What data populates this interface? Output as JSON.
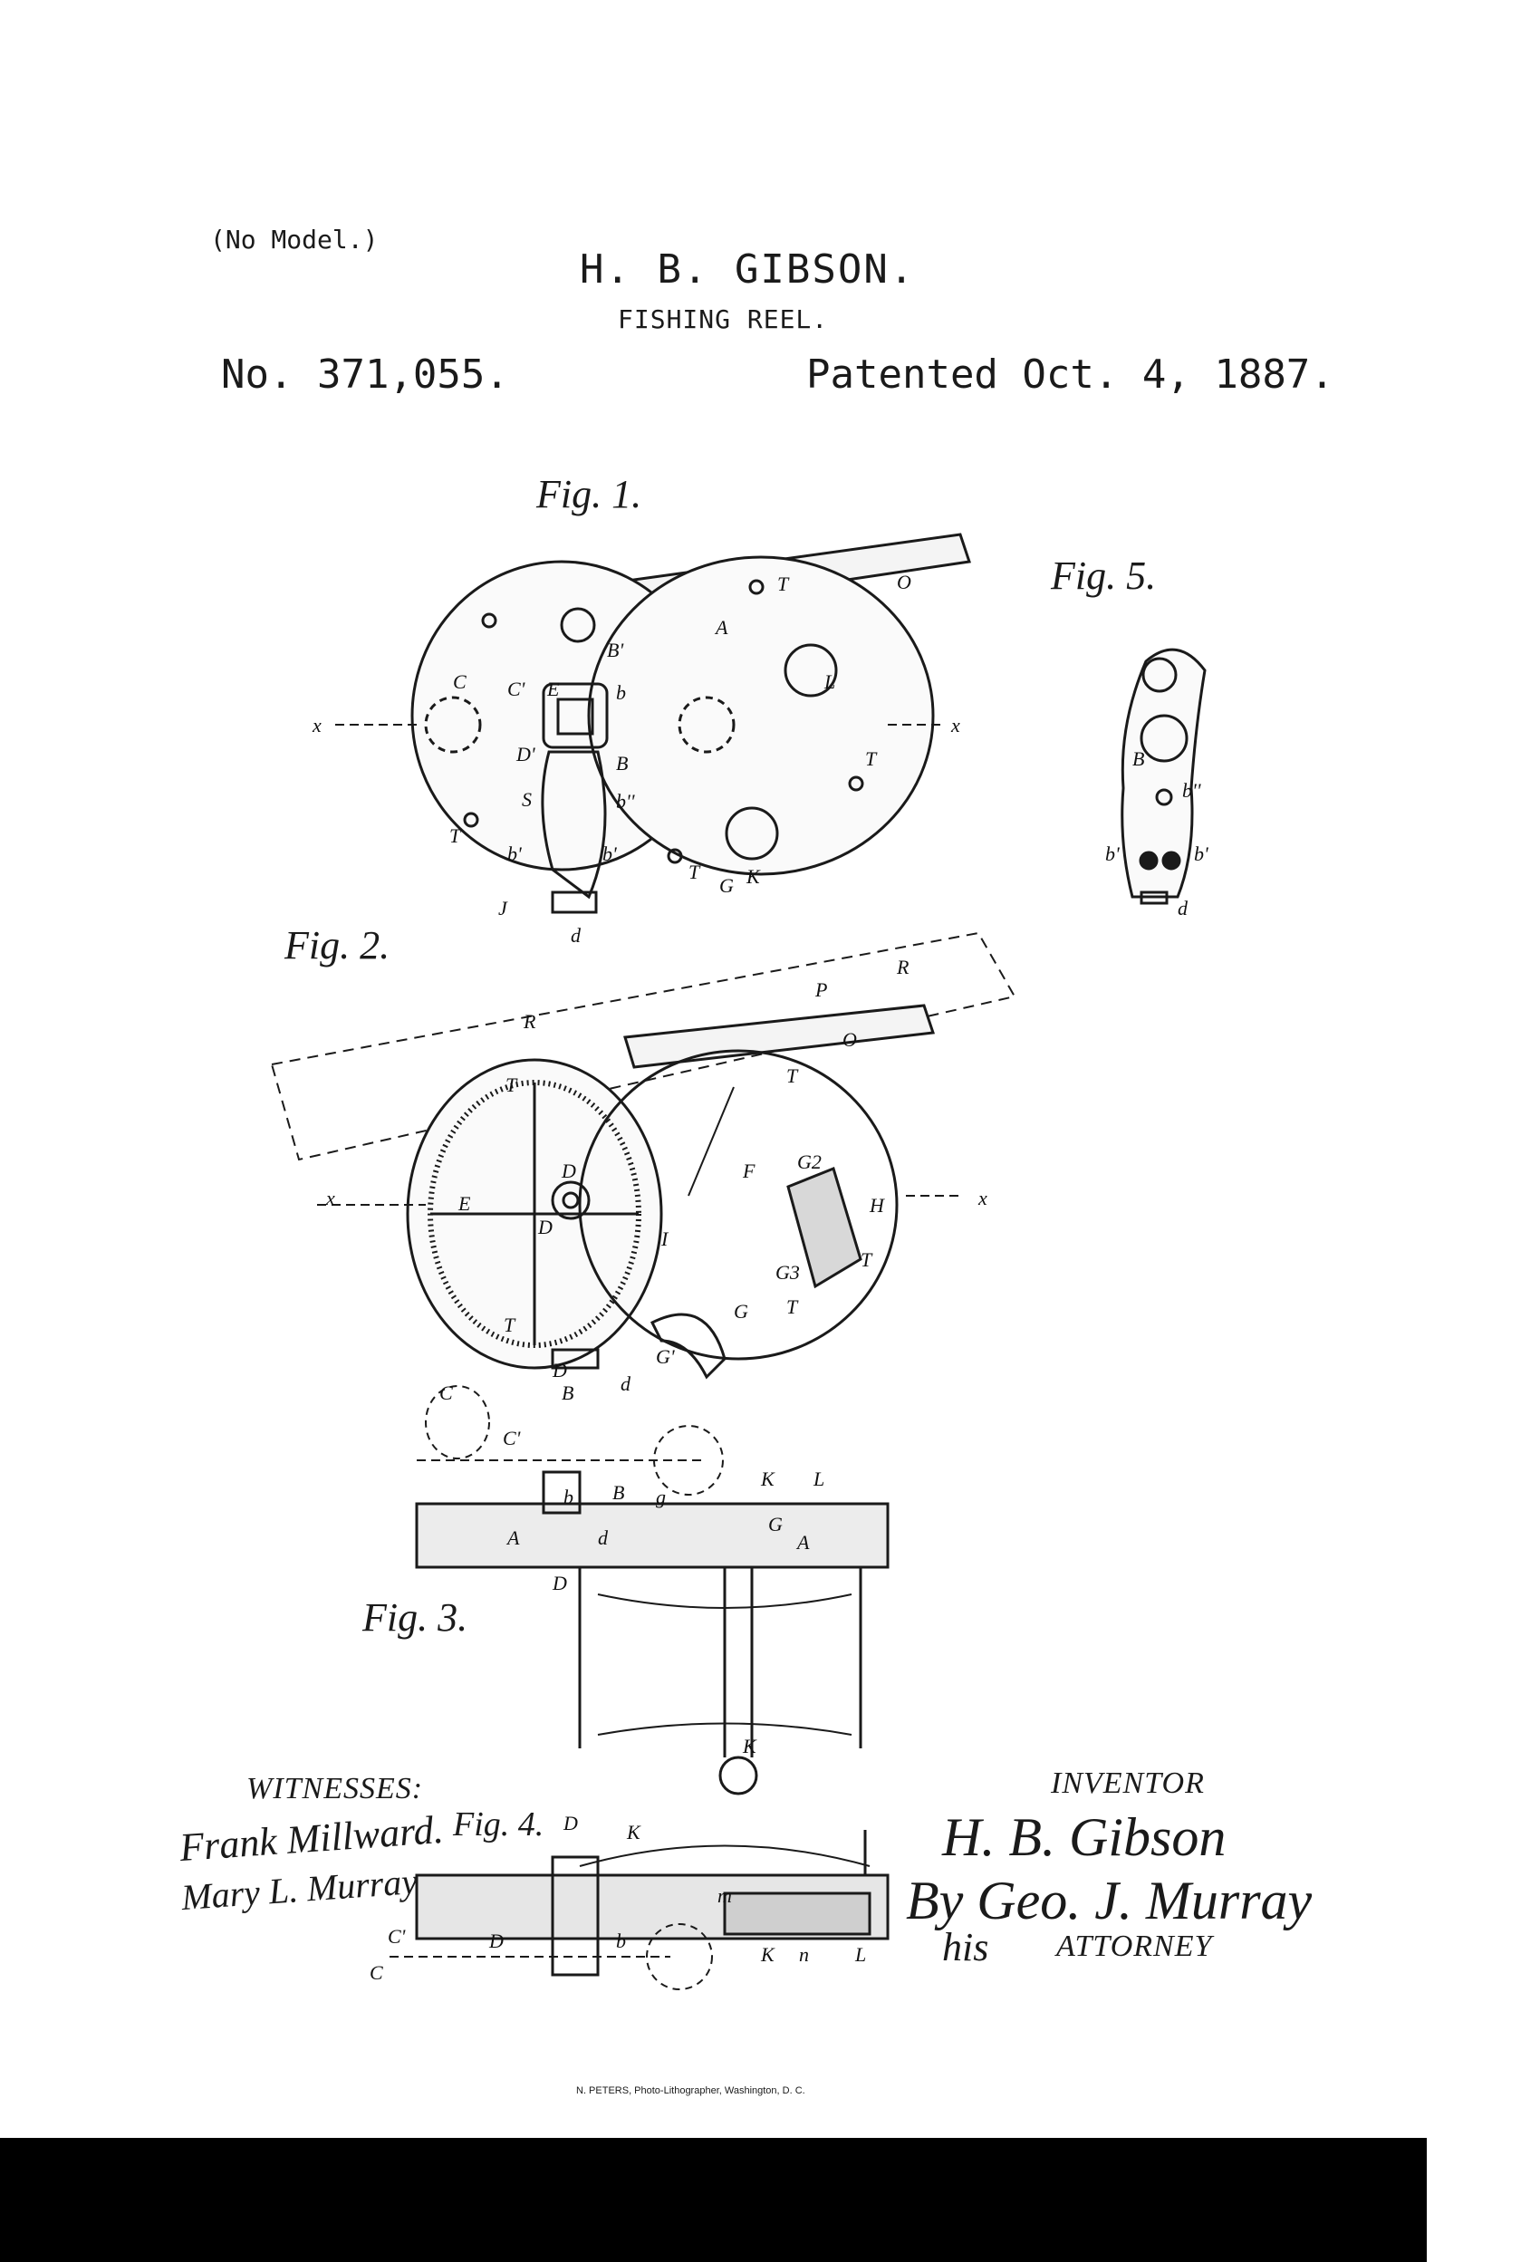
{
  "header": {
    "no_model": "(No Model.)",
    "inventor": "H. B. GIBSON.",
    "title": "FISHING REEL.",
    "patent_number": "No. 371,055.",
    "patent_date": "Patented Oct. 4, 1887."
  },
  "figures": {
    "fig1": "Fig. 1.",
    "fig2": "Fig. 2.",
    "fig3": "Fig. 3.",
    "fig4": "Fig. 4.",
    "fig5": "Fig. 5."
  },
  "figure_letters": {
    "fig1": [
      "T",
      "O",
      "A",
      "B'",
      "C",
      "C'",
      "E",
      "b",
      "L",
      "x",
      "x",
      "D'",
      "B",
      "S",
      "b''",
      "T",
      "T",
      "b'",
      "b'",
      "K",
      "G",
      "J",
      "d",
      "T"
    ],
    "fig2": [
      "P",
      "R",
      "R",
      "O",
      "T",
      "T",
      "F",
      "G2",
      "H",
      "x",
      "x",
      "E",
      "D",
      "D",
      "I",
      "G3",
      "G",
      "T",
      "T",
      "T",
      "G'",
      "D",
      "B",
      "d"
    ],
    "fig3": [
      "C",
      "C'",
      "b",
      "B",
      "g",
      "K",
      "L",
      "G",
      "A",
      "A",
      "d",
      "D",
      "K"
    ],
    "fig4": [
      "D",
      "K",
      "m",
      "C'",
      "D",
      "b",
      "K",
      "n",
      "L",
      "C"
    ],
    "fig5": [
      "B",
      "b''",
      "b'",
      "b'",
      "d"
    ]
  },
  "signatures": {
    "witnesses_label": "WITNESSES:",
    "witness_1": "Frank Millward.",
    "witness_2": "Mary L. Murray",
    "inventor_label": "INVENTOR",
    "inventor_signature": "H. B. Gibson",
    "attorney_signature": "By Geo. J. Murray",
    "attorney_his": "his",
    "attorney_label": "ATTORNEY"
  },
  "footer": {
    "lithographer": "N. PETERS, Photo-Lithographer, Washington, D. C."
  }
}
